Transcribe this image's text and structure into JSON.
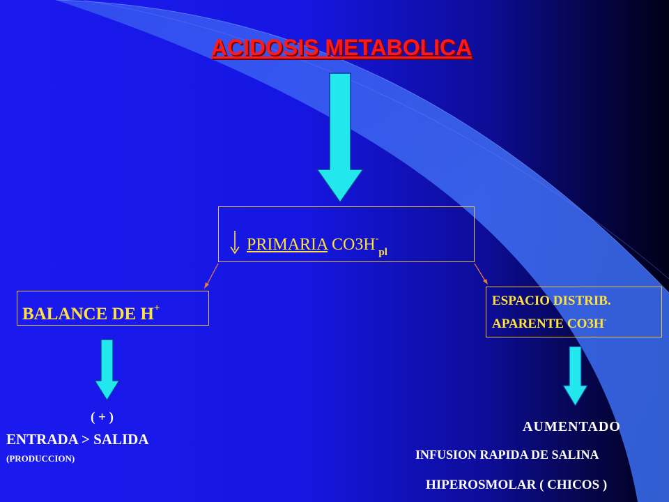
{
  "colors": {
    "background_start": "#1a1aef",
    "background_end": "#000018",
    "title": "#ff1a1a",
    "box_text": "#ffe23c",
    "box_border": "#e8c24a",
    "arrow_fill": "#22e8ee",
    "connector": "#e8813a",
    "plain_text": "#ffffff"
  },
  "title": "ACIDOSIS METABOLICA",
  "primaria": {
    "arrow_glyph": "↓",
    "label": "PRIMARIA",
    "compound": "CO3H",
    "superscript": "-",
    "subscript": "pl"
  },
  "balance": {
    "label": "BALANCE DE H",
    "superscript": "+"
  },
  "espacio": {
    "line1": "ESPACIO DISTRIB.",
    "line2": "APARENTE CO3H",
    "superscript": "-"
  },
  "left_branch": {
    "sign": "( + )",
    "relation": "ENTRADA > SALIDA",
    "note": "(PRODUCCION)"
  },
  "right_branch": {
    "result": "AUMENTADO",
    "cause_line1": "INFUSION RAPIDA DE SALINA",
    "cause_line2": "HIPEROSMOLAR ( CHICOS )"
  }
}
